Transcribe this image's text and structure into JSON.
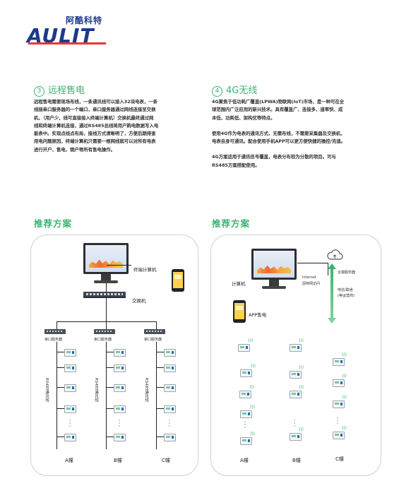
{
  "logo": {
    "cn": "阿酷科特",
    "en": "AULIT"
  },
  "section3": {
    "num": "3",
    "title": "远程售电",
    "lines": [
      "远程售电需要现场布线，一条通讯线可以接入32块电表，一条",
      "线接串口服务器的一个端口，串口服务器通过网线连接至交换",
      "机，（用户少，线可直接接入终端计算机）交换机最终通过网",
      "线和终端计算机连接，通过RS485总线将用户购电数据写入电",
      "能表中。实现点线点布局，接线方式清晰明了，方便后期排查",
      "用电问题原因，终端计算机只需要一根网线就可以对所有电表",
      "进行开户、售电、销户等所有售电操作。"
    ]
  },
  "section4": {
    "num": "4",
    "title": "4G无线",
    "para1": [
      "4G聚焦于低功耗广覆盖(LPWA)物联网(IoT)市场，是一种可在全",
      "球范围内广泛应用的新兴技术。具有覆盖广、连接多、速率快、成",
      "本低、功耗低、架构优等特点。"
    ],
    "para2": [
      "使用4G作为电表的通讯方式，无需布线，不需要采集器及交换机，",
      "电表自身可通讯。配合使用手机APP可以更方便快捷的操控/充值。"
    ],
    "para3": [
      "4G方案适用于通讯信号覆盖，电表分布较为分散的项目。可与",
      "RS485方案搭配使用。"
    ]
  },
  "rec_left": {
    "title": "推荐方案",
    "terminal_label": "终端计算机",
    "switch_label": "交换机",
    "serial_label": "串口服务器",
    "bus_label": "RS485通讯线",
    "buildings": [
      "A幢",
      "B幢",
      "C幢"
    ]
  },
  "rec_right": {
    "title": "推荐方案",
    "computer_label": "计算机",
    "app_label": "APP售电",
    "cloud_label": "云端服务器",
    "internet_label": "Internet",
    "lan_label": "因特网访问",
    "telecom_label": "电信/联通",
    "carrier_label": "(等运营商)",
    "buildings": [
      "A幢",
      "B幢",
      "C幢"
    ]
  },
  "colors": {
    "accent": "#3cb371",
    "brand": "#1b3a8c",
    "logo_red": "#e53935"
  }
}
